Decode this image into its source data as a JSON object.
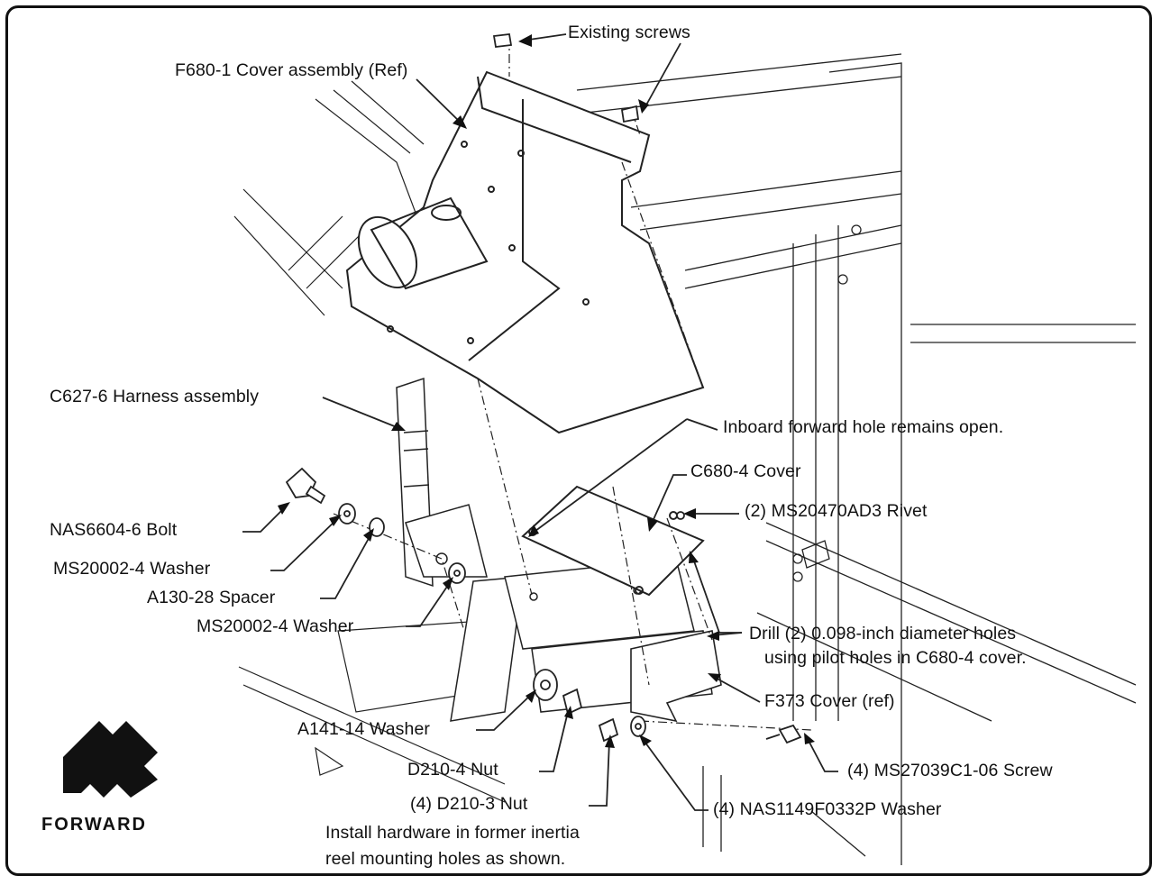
{
  "labels": {
    "existing_screws": "Existing screws",
    "cover_assembly": "F680-1 Cover assembly (Ref)",
    "harness_assembly": "C627-6 Harness assembly",
    "inboard_hole": "Inboard forward hole remains open.",
    "c680_cover": "C680-4 Cover",
    "rivet": "(2) MS20470AD3 Rivet",
    "bolt": "NAS6604-6 Bolt",
    "washer_1": "MS20002-4 Washer",
    "spacer": "A130-28 Spacer",
    "washer_2": "MS20002-4 Washer",
    "drill_line1": "Drill (2) 0.098-inch diameter holes",
    "drill_line2": "using pilot holes in C680-4 cover.",
    "f373_cover": "F373 Cover (ref)",
    "a141_washer": "A141-14 Washer",
    "d210_4_nut": "D210-4 Nut",
    "d210_3_nut": "(4) D210-3 Nut",
    "screw": "(4) MS27039C1-06 Screw",
    "nas_washer": "(4) NAS1149F0332P Washer",
    "install_line1": "Install hardware in former inertia",
    "install_line2": "reel mounting holes as shown.",
    "forward": "FORWARD"
  },
  "icons": {
    "forward_arrow": "forward-arrow-icon"
  }
}
